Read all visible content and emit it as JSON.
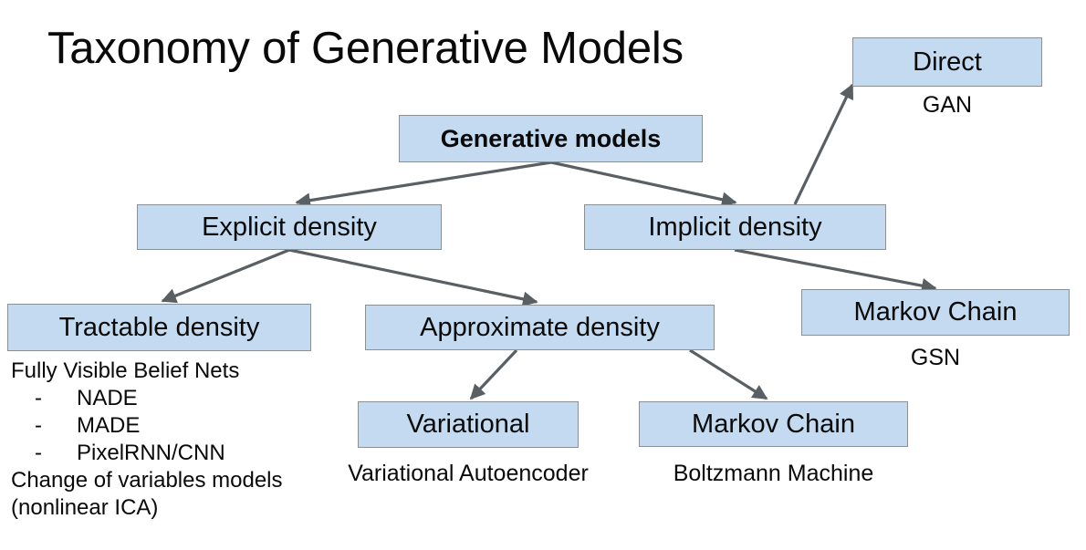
{
  "title": "Taxonomy of Generative Models",
  "colors": {
    "node_fill": "#c3daf0",
    "node_border": "#8a8f94",
    "edge": "#5a5f63",
    "text": "#0a0a0a",
    "background": "#ffffff"
  },
  "nodes": {
    "root": "Generative models",
    "explicit": "Explicit density",
    "implicit": "Implicit density",
    "direct": "Direct",
    "tractable": "Tractable density",
    "approximate": "Approximate density",
    "markov_right": "Markov Chain",
    "variational": "Variational",
    "markov_bottom": "Markov Chain"
  },
  "captions": {
    "direct": "GAN",
    "markov_right": "GSN",
    "variational": "Variational Autoencoder",
    "markov_bottom": "Boltzmann Machine"
  },
  "tractable_examples": {
    "lead": "Fully Visible Belief Nets",
    "bullets": [
      "NADE",
      "MADE",
      "PixelRNN/CNN"
    ],
    "bullet_marker": "-",
    "tail_line_1": "Change of variables models",
    "tail_line_2": "(nonlinear ICA)"
  },
  "edges": [
    {
      "from": "root",
      "to": "explicit"
    },
    {
      "from": "root",
      "to": "implicit"
    },
    {
      "from": "implicit",
      "to": "direct"
    },
    {
      "from": "implicit",
      "to": "markov_right"
    },
    {
      "from": "explicit",
      "to": "tractable"
    },
    {
      "from": "explicit",
      "to": "approximate"
    },
    {
      "from": "approximate",
      "to": "variational"
    },
    {
      "from": "approximate",
      "to": "markov_bottom"
    }
  ]
}
